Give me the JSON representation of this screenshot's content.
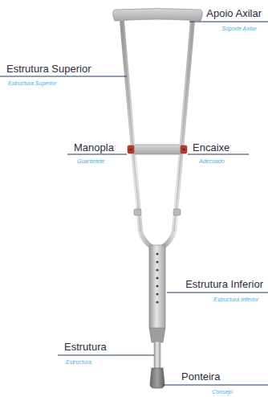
{
  "diagram": {
    "labels": [
      "Apoio Axilar",
      "Soporte Axilar",
      "Estrutura Superior",
      "Estructura Superior",
      "Manopla",
      "Guantelete",
      "Encaixe",
      "Adecuado",
      "Estrutura Inferior",
      "Estructura Inferior",
      "Estrutura",
      "Estructura",
      "Ponteira",
      "Consejo"
    ]
  }
}
